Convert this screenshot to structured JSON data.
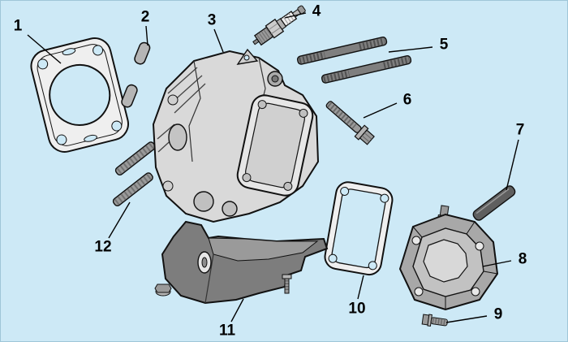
{
  "diagram": {
    "type": "exploded-parts-diagram",
    "background_color": "#cde9f6",
    "outline_color": "#111111",
    "part_fill_light": "#e8e8e8",
    "part_fill_mid": "#bfbfbf",
    "part_fill_dark": "#6f6f6f",
    "callouts": [
      {
        "number": "1"
      },
      {
        "number": "2"
      },
      {
        "number": "3"
      },
      {
        "number": "4"
      },
      {
        "number": "5"
      },
      {
        "number": "6"
      },
      {
        "number": "7"
      },
      {
        "number": "8"
      },
      {
        "number": "9"
      },
      {
        "number": "10"
      },
      {
        "number": "11"
      },
      {
        "number": "12"
      }
    ]
  }
}
